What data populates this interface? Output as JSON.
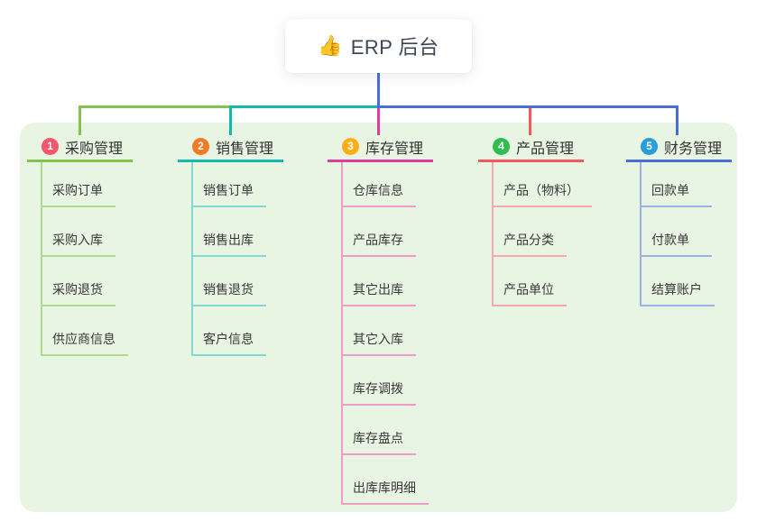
{
  "root": {
    "icon": "👍",
    "label": "ERP 后台"
  },
  "colors": {
    "canvas_background": "#e9f5e3",
    "root_connector": "#4a6cd5",
    "root_text": "#3c4756",
    "node_text": "#333333"
  },
  "branches": [
    {
      "id": "purchase",
      "number": "1",
      "label": "采购管理",
      "badge_color": "#f4566e",
      "line_color": "#83c44e",
      "child_line_color": "#afd98c",
      "children": [
        "采购订单",
        "采购入库",
        "采购退货",
        "供应商信息"
      ]
    },
    {
      "id": "sales",
      "number": "2",
      "label": "销售管理",
      "badge_color": "#f57a24",
      "line_color": "#14b8b1",
      "child_line_color": "#82d8d2",
      "children": [
        "销售订单",
        "销售出库",
        "销售退货",
        "客户信息"
      ]
    },
    {
      "id": "inventory",
      "number": "3",
      "label": "库存管理",
      "badge_color": "#fbae17",
      "line_color": "#de3f9c",
      "child_line_color": "#f09bcb",
      "children": [
        "仓库信息",
        "产品库存",
        "其它出库",
        "其它入库",
        "库存调拨",
        "库存盘点",
        "出库库明细"
      ]
    },
    {
      "id": "product",
      "number": "4",
      "label": "产品管理",
      "badge_color": "#2ebd4e",
      "line_color": "#f15b60",
      "child_line_color": "#f7a8aa",
      "children": [
        "产品（物料）",
        "产品分类",
        "产品单位"
      ]
    },
    {
      "id": "finance",
      "number": "5",
      "label": "财务管理",
      "badge_color": "#289fdc",
      "line_color": "#4a6cd5",
      "child_line_color": "#9cb0e8",
      "children": [
        "回款单",
        "付款单",
        "结算账户"
      ]
    }
  ]
}
